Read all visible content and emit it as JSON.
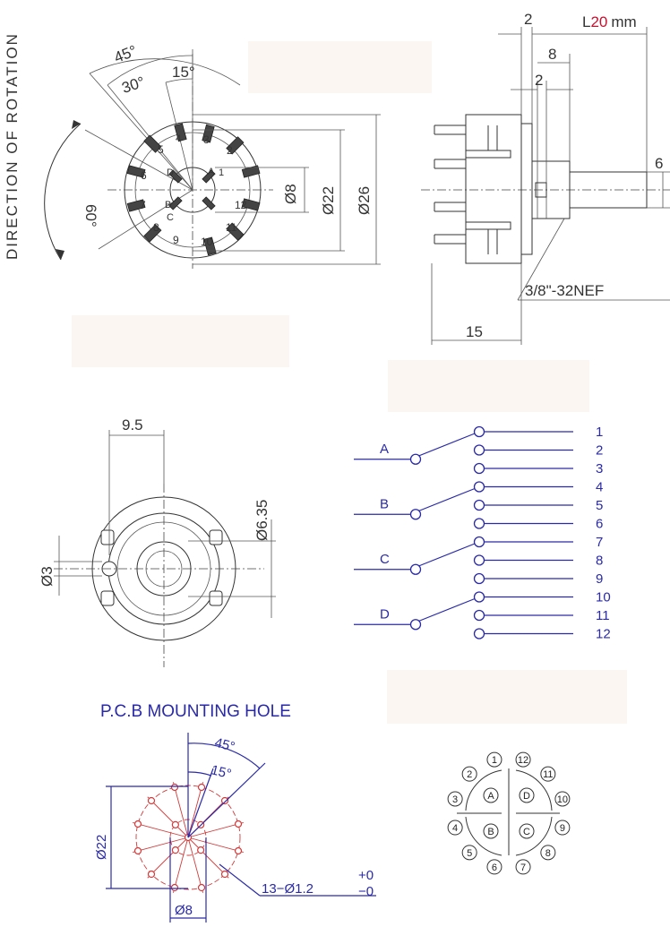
{
  "colors": {
    "ink": "#333333",
    "blue": "#2a2aa8",
    "red": "#d23a3a",
    "highlight": "#c8102e"
  },
  "front_view": {
    "rotation_label": "DIRECTION OF ROTATION",
    "angle_45": "45°",
    "angle_30": "30°",
    "angle_15": "15°",
    "angle_60": "60°",
    "dia_8": "Ø8",
    "dia_22": "Ø22",
    "dia_26": "Ø26",
    "pole_letters": [
      "A",
      "B",
      "C",
      "D"
    ],
    "contact_numbers": [
      "1",
      "2",
      "3",
      "4",
      "5",
      "6",
      "7",
      "8",
      "9",
      "10",
      "11",
      "12"
    ]
  },
  "side_view": {
    "dim_2_top": "2",
    "dim_20_prefix": "L",
    "dim_20_value": "20",
    "dim_20_unit": "mm",
    "dim_8": "8",
    "dim_2_inner": "2",
    "dim_6": "6",
    "thread": "3/8\"-32NEF",
    "dim_15": "15"
  },
  "bottom_view": {
    "dim_9_5": "9.5",
    "dim_6_35": "Ø6.35",
    "dim_3": "Ø3"
  },
  "schematic": {
    "poles": [
      {
        "label": "A",
        "positions": [
          "1",
          "2",
          "3"
        ]
      },
      {
        "label": "B",
        "positions": [
          "4",
          "5",
          "6"
        ]
      },
      {
        "label": "C",
        "positions": [
          "7",
          "8",
          "9"
        ]
      },
      {
        "label": "D",
        "positions": [
          "10",
          "11",
          "12"
        ]
      }
    ]
  },
  "pcb": {
    "title": "P.C.B MOUNTING HOLE",
    "angle_45": "45°",
    "angle_15": "15°",
    "dia_22": "Ø22",
    "dia_8": "Ø8",
    "holes": "13−Ø1.2",
    "tol_plus": "+0",
    "tol_minus": "−0"
  },
  "pin_map": {
    "outer_numbers": [
      "1",
      "2",
      "3",
      "4",
      "5",
      "6",
      "7",
      "8",
      "9",
      "10",
      "11",
      "12"
    ],
    "inner_letters": [
      "A",
      "B",
      "C",
      "D"
    ]
  }
}
